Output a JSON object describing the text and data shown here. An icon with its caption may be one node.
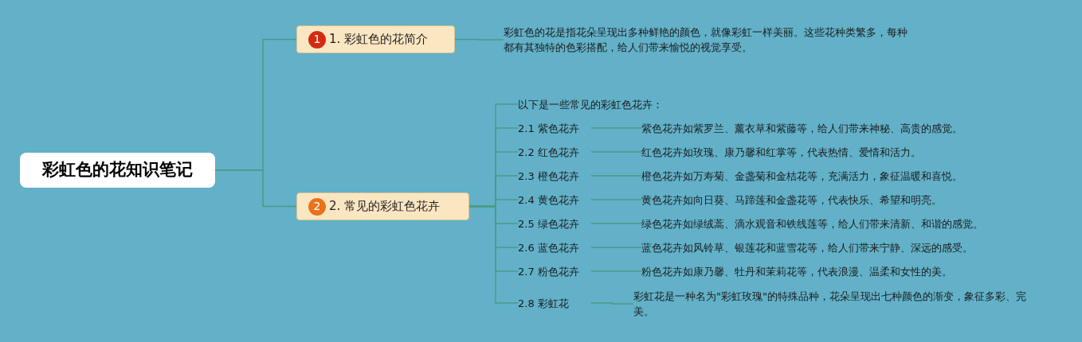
{
  "diagram": {
    "nodes": [
      {
        "text": [
          "彩虹色的花知识笔记"
        ]
      },
      {
        "text": [
          "1",
          "1. 彩虹色的花简介"
        ]
      },
      {
        "text": [
          "彩虹色的花是指花朵呈现出多种鲜艳的颜色，就像彩虹一样美丽。这些花种类繁多，每种都有其独特的色彩搭配，给人们带来愉悦的视觉享受。"
        ]
      },
      {
        "text": [
          "2",
          "2. 常见的彩虹色花卉"
        ]
      },
      {
        "text": [
          "以下是一些常见的彩虹色花卉："
        ]
      },
      {
        "text": [
          "2.1 紫色花卉"
        ]
      },
      {
        "text": [
          "2.2 红色花卉"
        ]
      },
      {
        "text": [
          "2.3 橙色花卉"
        ]
      },
      {
        "text": [
          "2.4 黄色花卉"
        ]
      },
      {
        "text": [
          "2.5 绿色花卉"
        ]
      },
      {
        "text": [
          "2.6 蓝色花卉"
        ]
      },
      {
        "text": [
          "2.7 粉色花卉"
        ]
      },
      {
        "text": [
          "2.8 彩虹花"
        ]
      },
      {
        "text": [
          "紫色花卉如紫罗兰、薰衣草和紫藤等，给人们带来神秘、高贵的感觉。"
        ]
      },
      {
        "text": [
          "红色花卉如玫瑰、康乃馨和红掌等，代表热情、爱情和活力。"
        ]
      },
      {
        "text": [
          "橙色花卉如万寿菊、金盏菊和金桔花等，充满活力，象征温暖和喜悦。"
        ]
      },
      {
        "text": [
          "黄色花卉如向日葵、马蹄莲和金盏花等，代表快乐、希望和明亮。"
        ]
      },
      {
        "text": [
          "绿色花卉如绿绒蒿、滴水观音和铁线莲等，给人们带来清新、和谐的感觉。"
        ]
      },
      {
        "text": [
          "蓝色花卉如风铃草、银莲花和蓝雪花等，给人们带来宁静、深远的感受。"
        ]
      },
      {
        "text": [
          "粉色花卉如康乃馨、牡丹和茉莉花等，代表浪漫、温柔和女性的美。"
        ]
      },
      {
        "text": [
          "彩虹花是一种名为\"彩虹玫瑰\"的特殊品种，花朵呈现出七种颜色的渐变，象征多彩、完美。"
        ]
      }
    ],
    "edges": [
      {
        "from": 0,
        "to": 1,
        "arrow": "none"
      },
      {
        "from": 0,
        "to": 3,
        "arrow": "none"
      },
      {
        "from": 1,
        "to": 2,
        "arrow": "none"
      },
      {
        "from": 3,
        "to": 4,
        "arrow": "none"
      },
      {
        "from": 3,
        "to": 5,
        "arrow": "none"
      },
      {
        "from": 3,
        "to": 6,
        "arrow": "none"
      },
      {
        "from": 3,
        "to": 7,
        "arrow": "none"
      },
      {
        "from": 3,
        "to": 8,
        "arrow": "none"
      },
      {
        "from": 3,
        "to": 9,
        "arrow": "none"
      },
      {
        "from": 3,
        "to": 10,
        "arrow": "none"
      },
      {
        "from": 3,
        "to": 11,
        "arrow": "none"
      },
      {
        "from": 3,
        "to": 12,
        "arrow": "none"
      },
      {
        "from": 5,
        "to": 13,
        "arrow": "none"
      },
      {
        "from": 6,
        "to": 14,
        "arrow": "none"
      },
      {
        "from": 7,
        "to": 15,
        "arrow": "none"
      },
      {
        "from": 8,
        "to": 16,
        "arrow": "none"
      },
      {
        "from": 9,
        "to": 17,
        "arrow": "none"
      },
      {
        "from": 10,
        "to": 18,
        "arrow": "none"
      },
      {
        "from": 11,
        "to": 19,
        "arrow": "none"
      },
      {
        "from": 12,
        "to": 20,
        "arrow": "none"
      }
    ]
  }
}
